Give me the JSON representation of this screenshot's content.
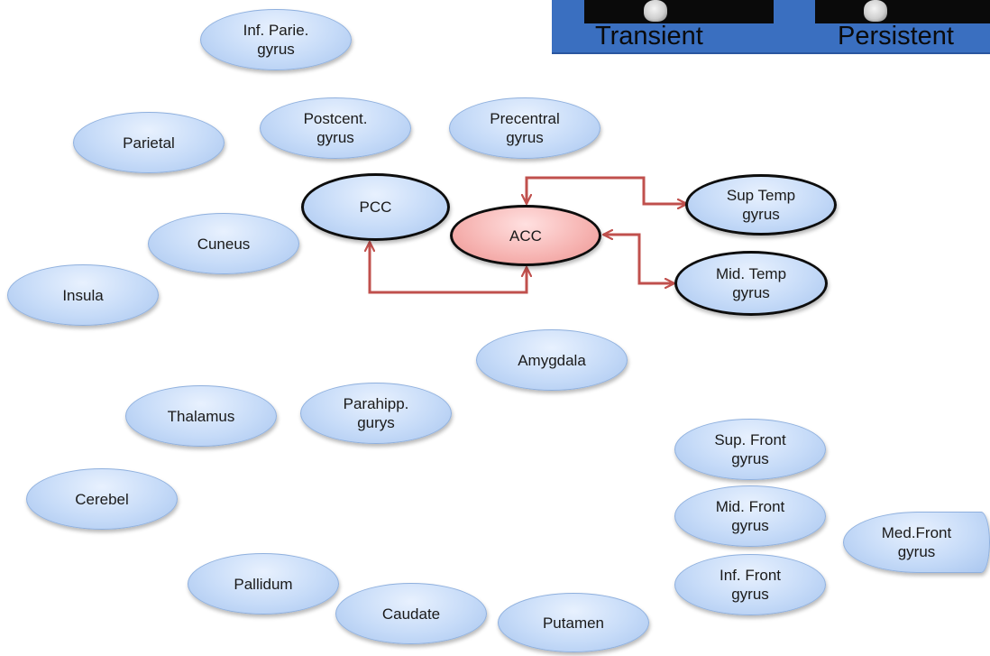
{
  "panel": {
    "labels": [
      "Transient",
      "Persistent"
    ]
  },
  "nodes": [
    {
      "id": "inf-parie",
      "label": "Inf. Parie.\ngyrus"
    },
    {
      "id": "parietal",
      "label": "Parietal"
    },
    {
      "id": "postcent",
      "label": "Postcent.\ngyrus"
    },
    {
      "id": "precentral",
      "label": "Precentral\ngyrus"
    },
    {
      "id": "pcc",
      "label": "PCC"
    },
    {
      "id": "acc",
      "label": "ACC"
    },
    {
      "id": "sup-temp",
      "label": "Sup Temp\ngyrus"
    },
    {
      "id": "mid-temp",
      "label": "Mid. Temp\ngyrus"
    },
    {
      "id": "cuneus",
      "label": "Cuneus"
    },
    {
      "id": "insula",
      "label": "Insula"
    },
    {
      "id": "amygdala",
      "label": "Amygdala"
    },
    {
      "id": "thalamus",
      "label": "Thalamus"
    },
    {
      "id": "parahipp",
      "label": "Parahipp.\ngurys"
    },
    {
      "id": "sup-front",
      "label": "Sup. Front\ngyrus"
    },
    {
      "id": "cerebel",
      "label": "Cerebel"
    },
    {
      "id": "mid-front",
      "label": "Mid. Front\ngyrus"
    },
    {
      "id": "med-front",
      "label": "Med.Front\ngyrus"
    },
    {
      "id": "pallidum",
      "label": "Pallidum"
    },
    {
      "id": "inf-front",
      "label": "Inf. Front\ngyrus"
    },
    {
      "id": "caudate",
      "label": "Caudate"
    },
    {
      "id": "putamen",
      "label": "Putamen"
    }
  ],
  "connections": [
    {
      "from": "acc",
      "to": "sup-temp",
      "bidirectional": true
    },
    {
      "from": "acc",
      "to": "mid-temp",
      "bidirectional": true
    },
    {
      "from": "pcc",
      "to": "acc",
      "bidirectional": true
    }
  ],
  "colors": {
    "node_fill": "#c6dbf8",
    "acc_fill": "#f6b3b1",
    "connector": "#c0504d",
    "panel": "#3a6fc0"
  }
}
